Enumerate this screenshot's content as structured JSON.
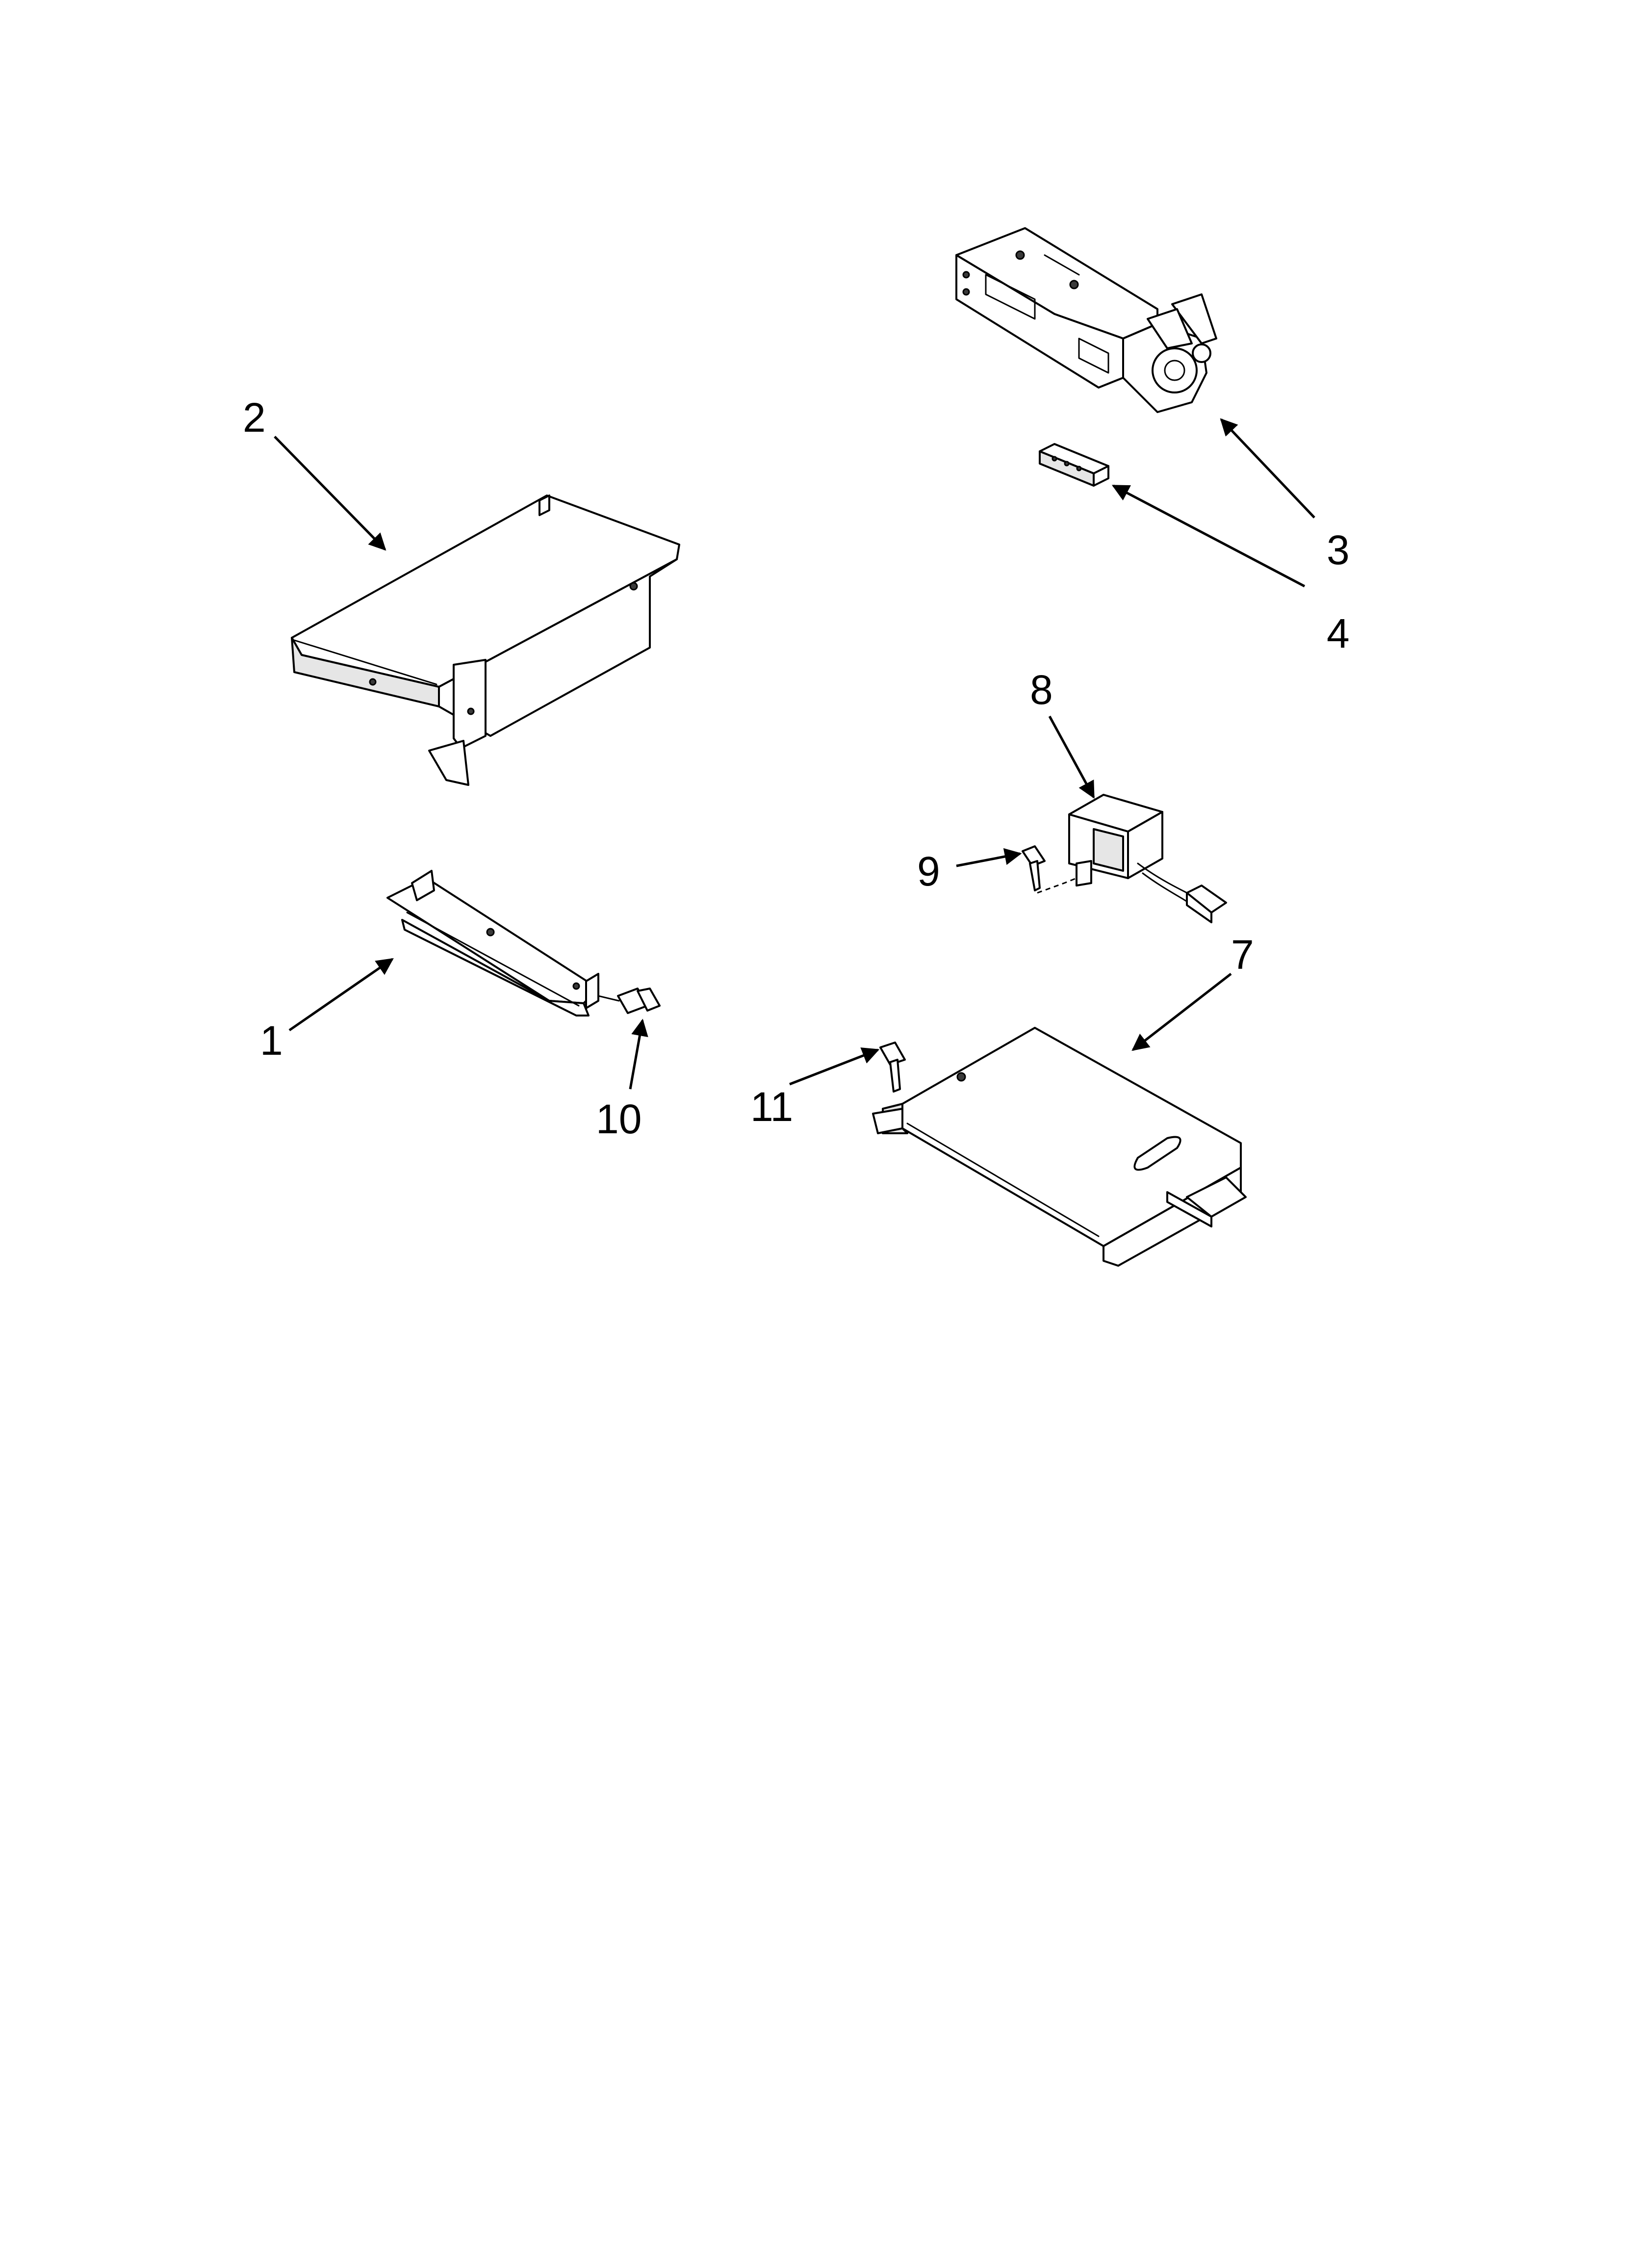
{
  "diagram": {
    "callouts": [
      "1",
      "2",
      "3",
      "4",
      "7",
      "8",
      "9",
      "10",
      "11"
    ]
  }
}
